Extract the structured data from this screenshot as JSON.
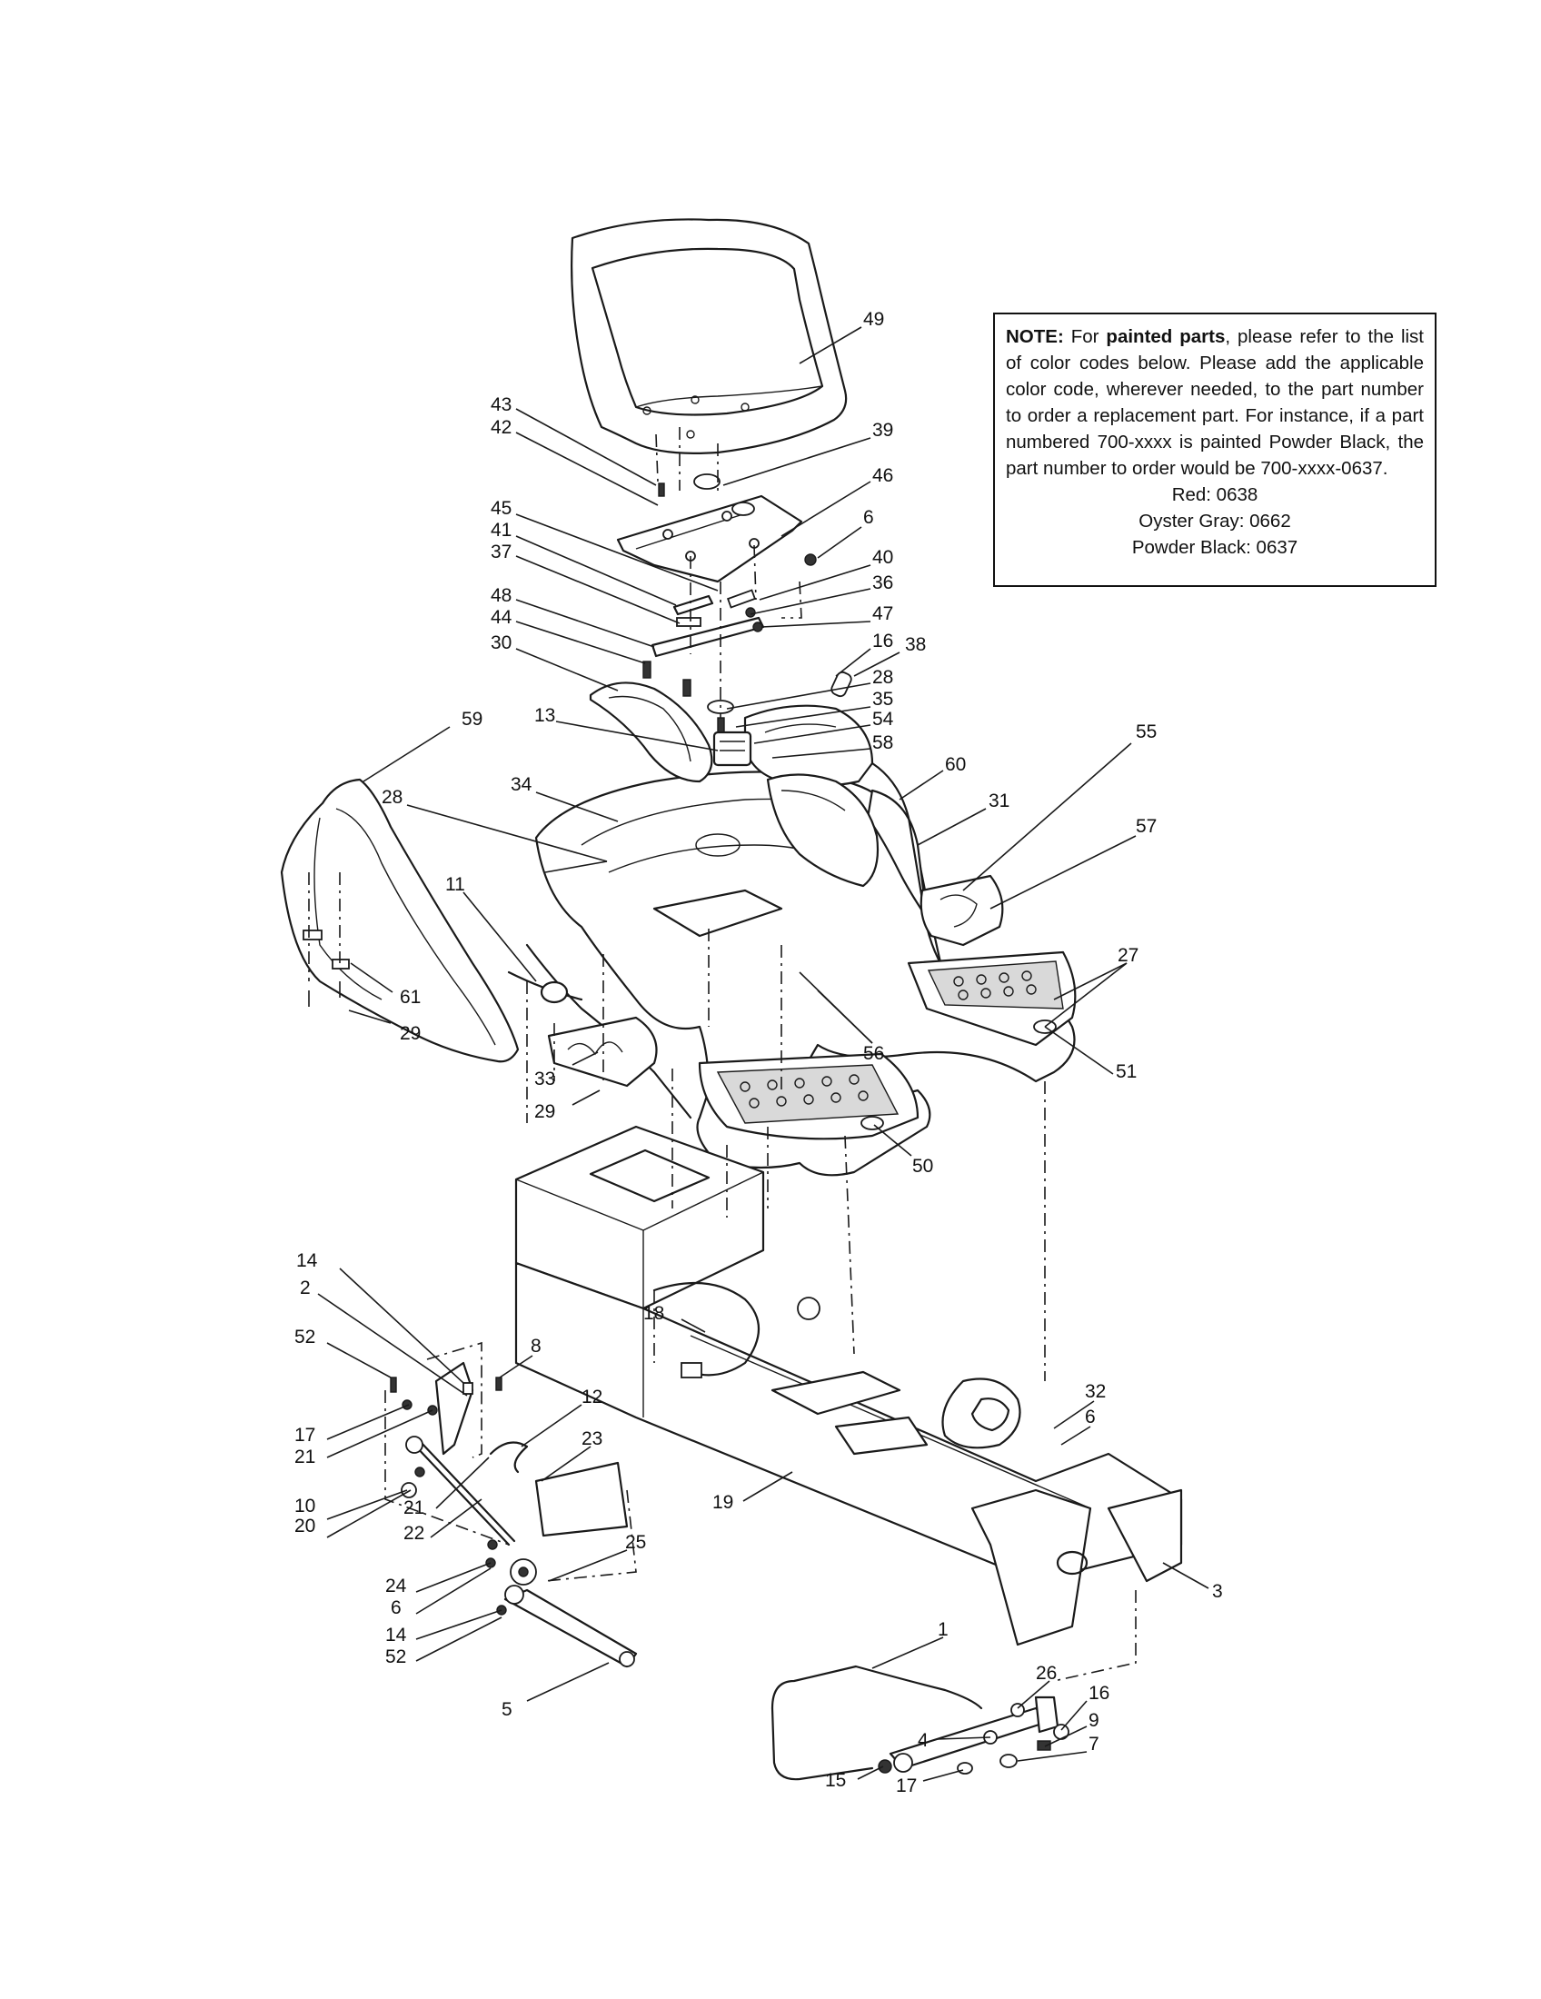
{
  "note": {
    "label": "NOTE:",
    "text_before": " For ",
    "emphasis": "painted parts",
    "text_after": ", please refer to the list of color codes below. Please add the applicable color code, wherever needed, to the part number to order a replacement part. For instance, if a part numbered 700-xxxx is painted Powder Black, the part number to order would be 700-xxxx-0637.",
    "color_codes": [
      "Red: 0638",
      "Oyster Gray: 0662",
      "Powder Black: 0637"
    ]
  },
  "callouts": [
    "49",
    "43",
    "42",
    "39",
    "46",
    "6",
    "45",
    "41",
    "37",
    "40",
    "36",
    "48",
    "47",
    "44",
    "16",
    "38",
    "30",
    "28",
    "35",
    "54",
    "13",
    "58",
    "59",
    "34",
    "60",
    "55",
    "31",
    "57",
    "28",
    "11",
    "27",
    "61",
    "56",
    "29",
    "33",
    "51",
    "29",
    "50",
    "14",
    "2",
    "52",
    "8",
    "18",
    "12",
    "32",
    "17",
    "23",
    "6",
    "21",
    "10",
    "19",
    "20",
    "21",
    "22",
    "25",
    "3",
    "24",
    "6",
    "14",
    "52",
    "1",
    "5",
    "26",
    "16",
    "4",
    "9",
    "7",
    "15",
    "17"
  ]
}
